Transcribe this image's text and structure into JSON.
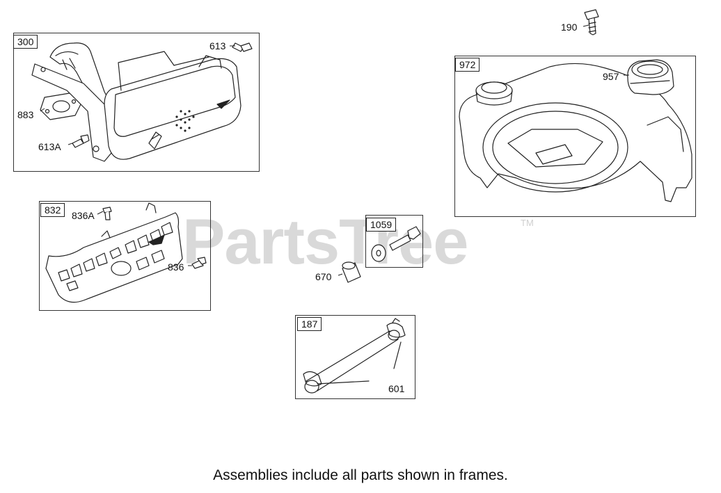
{
  "watermark": {
    "text": "PartsTree",
    "tm": "TM"
  },
  "frames": {
    "muffler": {
      "tag": "300"
    },
    "guard": {
      "tag": "832"
    },
    "bolt_kit": {
      "tag": "1059"
    },
    "fuel_tank": {
      "tag": "972"
    },
    "fuel_line": {
      "tag": "187"
    }
  },
  "labels": {
    "screw_613": "613",
    "gasket_883": "883",
    "screw_613A": "613A",
    "screw_836A": "836A",
    "screw_836": "836",
    "spacer_670": "670",
    "screw_190": "190",
    "cap_957": "957",
    "clamp_601": "601"
  },
  "footer": {
    "note": "Assemblies include all parts shown in frames."
  }
}
